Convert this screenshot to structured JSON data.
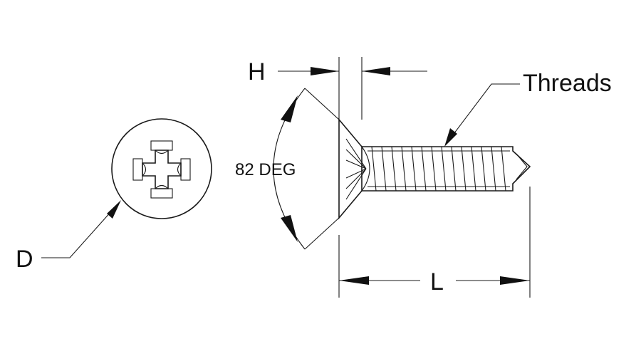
{
  "labels": {
    "head_height": "H",
    "angle": "82 DEG",
    "threads": "Threads",
    "diameter": "D",
    "length": "L"
  },
  "colors": {
    "line": "#1a1a1a",
    "background": "#ffffff"
  }
}
